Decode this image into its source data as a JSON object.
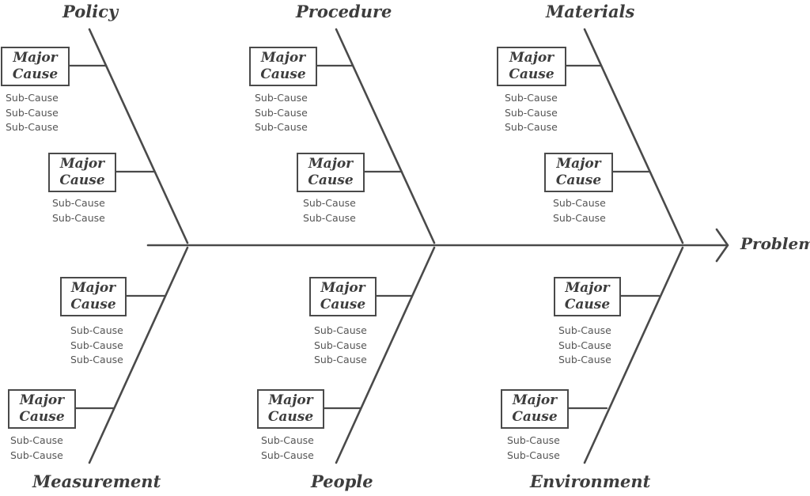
{
  "problem": "Problem",
  "categories": {
    "policy": {
      "name": "Policy",
      "causes": [
        {
          "label": [
            "Major",
            "Cause"
          ],
          "subs": [
            "Sub-Cause",
            "Sub-Cause",
            "Sub-Cause"
          ]
        },
        {
          "label": [
            "Major",
            "Cause"
          ],
          "subs": [
            "Sub-Cause",
            "Sub-Cause"
          ]
        }
      ]
    },
    "procedure": {
      "name": "Procedure",
      "causes": [
        {
          "label": [
            "Major",
            "Cause"
          ],
          "subs": [
            "Sub-Cause",
            "Sub-Cause",
            "Sub-Cause"
          ]
        },
        {
          "label": [
            "Major",
            "Cause"
          ],
          "subs": [
            "Sub-Cause",
            "Sub-Cause"
          ]
        }
      ]
    },
    "materials": {
      "name": "Materials",
      "causes": [
        {
          "label": [
            "Major",
            "Cause"
          ],
          "subs": [
            "Sub-Cause",
            "Sub-Cause",
            "Sub-Cause"
          ]
        },
        {
          "label": [
            "Major",
            "Cause"
          ],
          "subs": [
            "Sub-Cause",
            "Sub-Cause"
          ]
        }
      ]
    },
    "measurement": {
      "name": "Measurement",
      "causes": [
        {
          "label": [
            "Major",
            "Cause"
          ],
          "subs": [
            "Sub-Cause",
            "Sub-Cause",
            "Sub-Cause"
          ]
        },
        {
          "label": [
            "Major",
            "Cause"
          ],
          "subs": [
            "Sub-Cause",
            "Sub-Cause"
          ]
        }
      ]
    },
    "people": {
      "name": "People",
      "causes": [
        {
          "label": [
            "Major",
            "Cause"
          ],
          "subs": [
            "Sub-Cause",
            "Sub-Cause",
            "Sub-Cause"
          ]
        },
        {
          "label": [
            "Major",
            "Cause"
          ],
          "subs": [
            "Sub-Cause",
            "Sub-Cause"
          ]
        }
      ]
    },
    "environment": {
      "name": "Environment",
      "causes": [
        {
          "label": [
            "Major",
            "Cause"
          ],
          "subs": [
            "Sub-Cause",
            "Sub-Cause",
            "Sub-Cause"
          ]
        },
        {
          "label": [
            "Major",
            "Cause"
          ],
          "subs": [
            "Sub-Cause",
            "Sub-Cause"
          ]
        }
      ]
    }
  },
  "colors": {
    "ink": "#4a4a4a",
    "text": "#3d3d3d",
    "background": "#ffffff"
  }
}
